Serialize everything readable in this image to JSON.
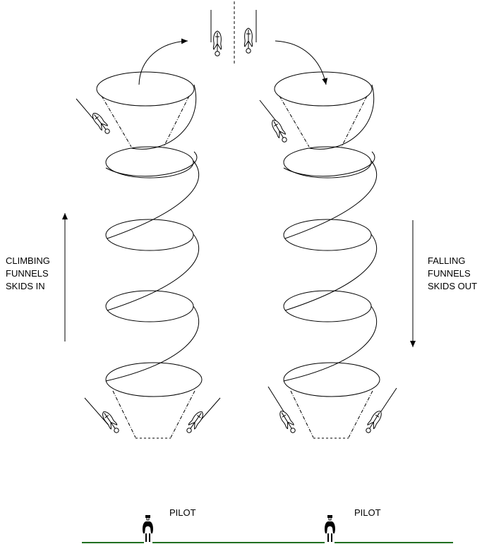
{
  "labels": {
    "left": [
      "CLIMBING",
      "FUNNELS",
      "SKIDS IN"
    ],
    "right": [
      "FALLING",
      "FUNNELS",
      "SKIDS OUT"
    ],
    "pilot_left": "PILOT",
    "pilot_right": "PILOT"
  },
  "colors": {
    "ink": "#000000",
    "ground": "#1f6e1f"
  },
  "icons": {
    "kite": "stunt-kite-icon",
    "pilot": "pilot-figure-icon"
  }
}
